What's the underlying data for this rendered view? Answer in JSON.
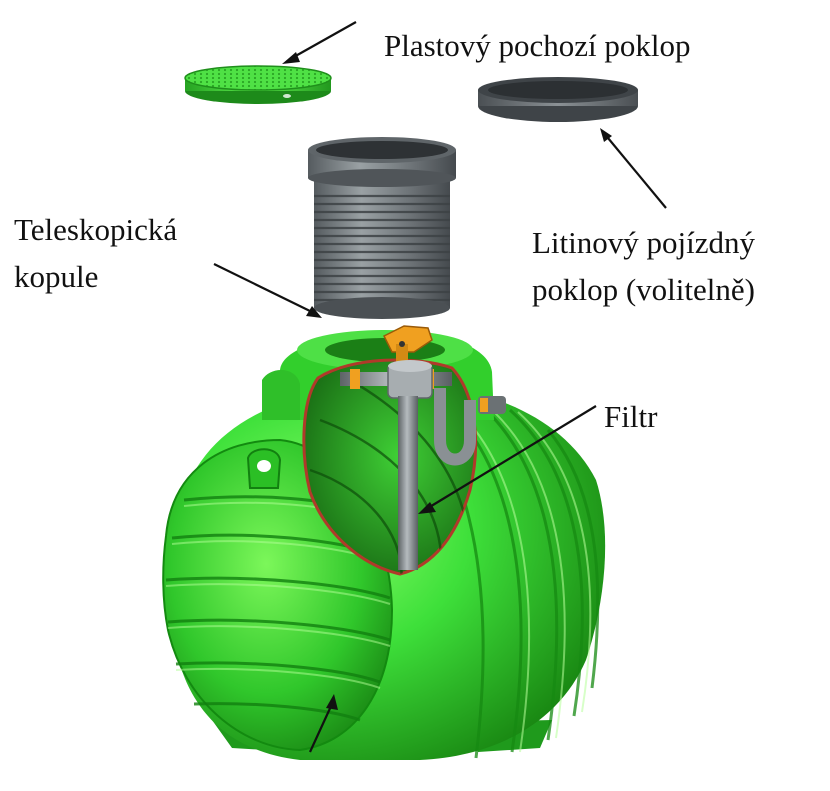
{
  "labels": {
    "plastic_lid": "Plastový pochozí poklop",
    "telescopic_dome_line1": "Teleskopická",
    "telescopic_dome_line2": "kopule",
    "cast_iron_lid_line1": "Litinový pojízdný",
    "cast_iron_lid_line2": "poklop (volitelně)",
    "filter": "Filtr"
  },
  "colors": {
    "tank_green": "#3ee03a",
    "tank_dark_green": "#1f9a1c",
    "dome_gray": "#7f8588",
    "lid_gray": "#676c70",
    "filter_orange": "#f0a020",
    "cutaway_outline": "#b03a2a"
  }
}
